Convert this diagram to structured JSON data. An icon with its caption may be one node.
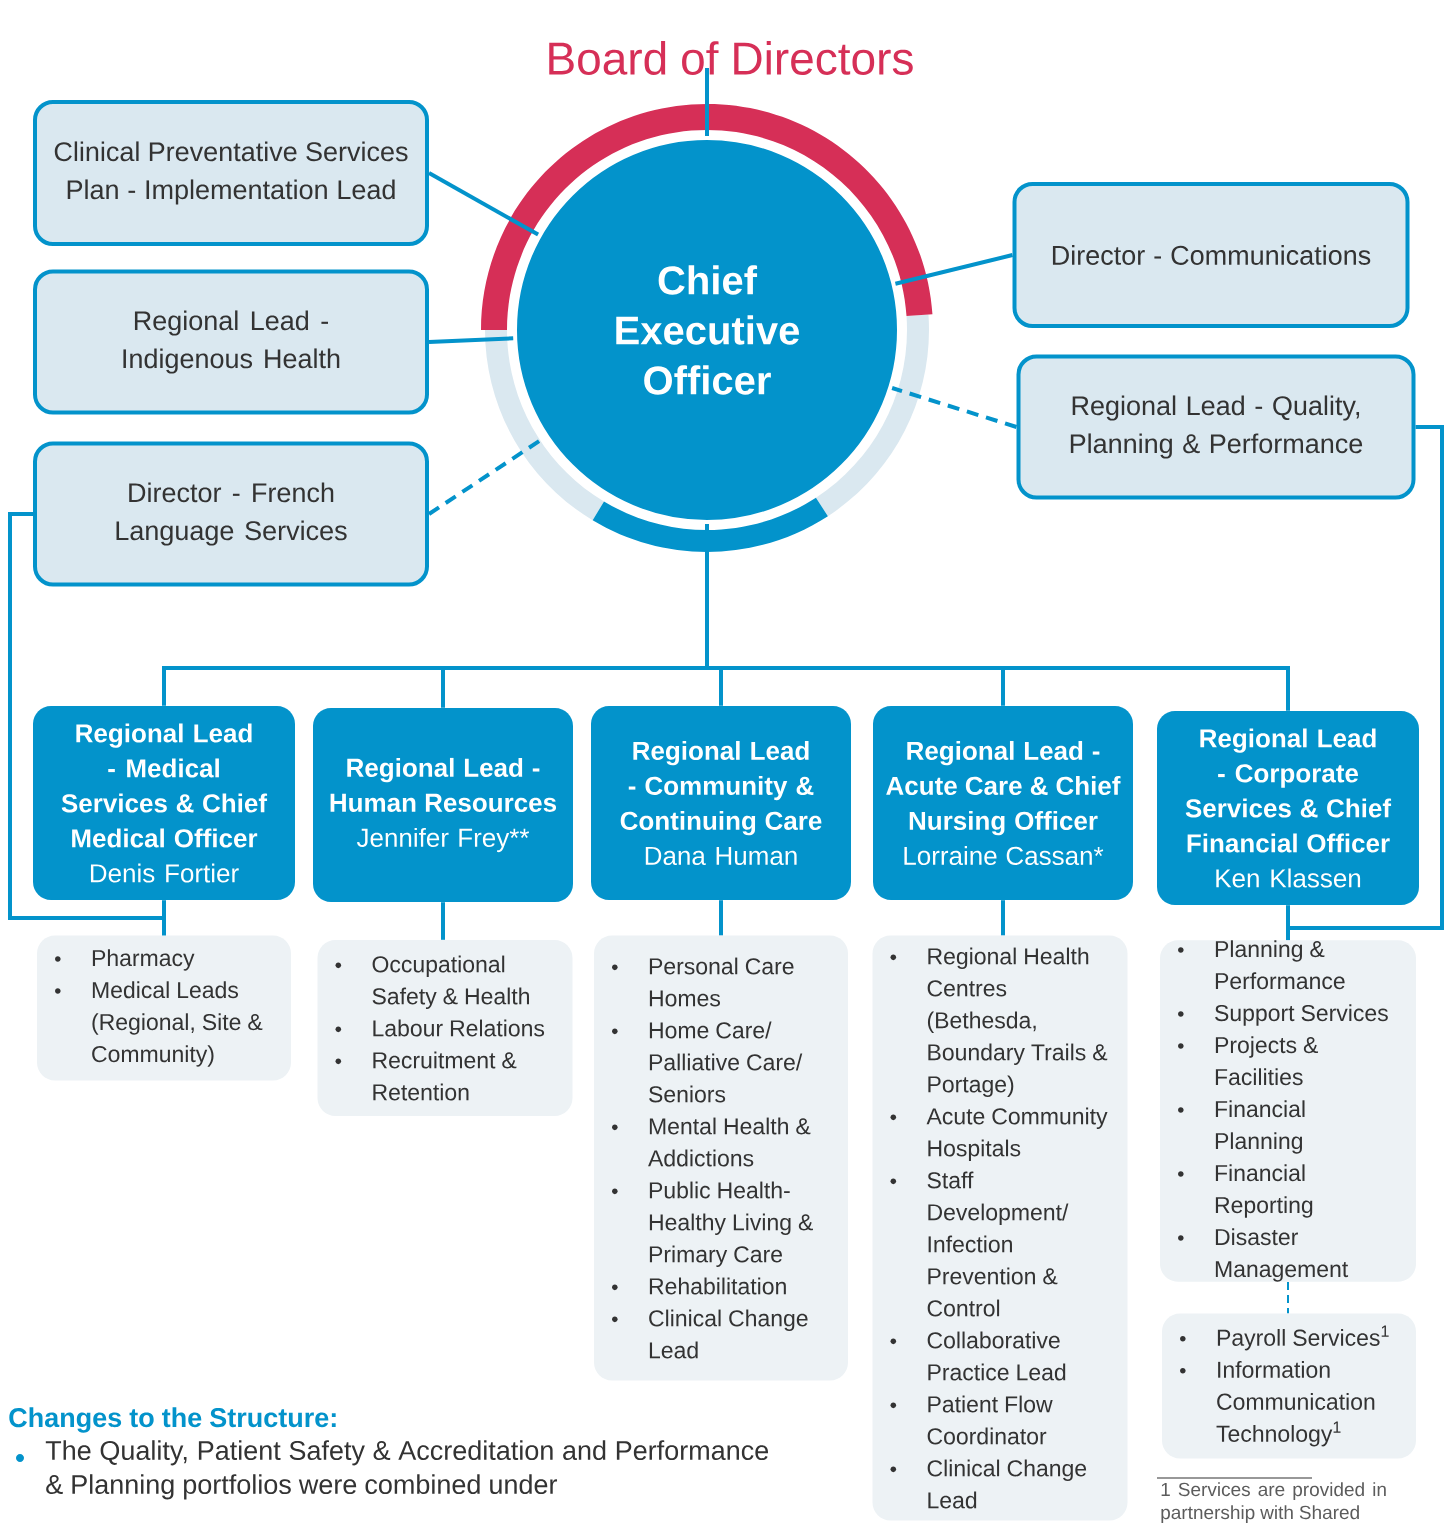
{
  "diagram": {
    "nodes": [
      {
        "text": [
          "Board of Directors"
        ]
      },
      {
        "text": [
          "Chief Executive Officer"
        ]
      },
      {
        "text": [
          "Clinical Preventative Services Plan - Implementation Lead"
        ]
      },
      {
        "text": [
          "Regional Lead - Indigenous Health"
        ]
      },
      {
        "text": [
          "Director - French Language Services"
        ]
      },
      {
        "text": [
          "Director - Communications"
        ]
      },
      {
        "text": [
          "Regional Lead - Quality, Planning & Performance"
        ]
      },
      {
        "text": [
          "Regional Lead - Medical Services & Chief Medical Officer",
          "Denis Fortier"
        ]
      },
      {
        "text": [
          "Regional Lead - Human Resources",
          "Jennifer Frey**"
        ]
      },
      {
        "text": [
          "Regional Lead - Community & Continuing Care",
          "Dana Human"
        ]
      },
      {
        "text": [
          "Regional Lead - Acute Care & Chief Nursing Officer",
          "Lorraine Cassan*"
        ]
      },
      {
        "text": [
          "Regional Lead - Corporate Services & Chief Financial Officer",
          "Ken Klassen"
        ]
      },
      {
        "text": [
          "Pharmacy",
          "Medical Leads (Regional, Site & Community)"
        ]
      },
      {
        "text": [
          "Occupational Safety & Health",
          "Labour Relations",
          "Recruitment & Retention"
        ]
      },
      {
        "text": [
          "Personal Care Homes",
          "Home Care/ Palliative Care/ Seniors",
          "Mental Health & Addictions",
          "Public Health- Healthy Living & Primary Care",
          "Rehabilitation",
          "Clinical Change Lead"
        ]
      },
      {
        "text": [
          "Regional Health Centres (Bethesda, Boundary Trails & Portage)",
          "Acute Community Hospitals",
          "Staff Development/ Infection Prevention & Control",
          "Collaborative Practice Lead",
          "Patient Flow Coordinator",
          "Clinical Change Lead"
        ]
      },
      {
        "text": [
          "Planning & Performance",
          "Support Services",
          "Projects & Facilities",
          "Financial Planning",
          "Financial Reporting",
          "Disaster Management"
        ]
      },
      {
        "text": [
          "Payroll Services$^{1}$",
          "Information Communication Technology$^{1}$"
        ]
      }
    ],
    "edges": [
      {
        "from": 0,
        "to": 1,
        "arrow": "none"
      },
      {
        "from": 2,
        "to": 1,
        "arrow": "none"
      },
      {
        "from": 3,
        "to": 1,
        "arrow": "none"
      },
      {
        "from": 4,
        "to": 1,
        "arrow": "none",
        "style": "dashed"
      },
      {
        "from": 5,
        "to": 1,
        "arrow": "none"
      },
      {
        "from": 6,
        "to": 1,
        "arrow": "none",
        "style": "dashed"
      },
      {
        "from": 1,
        "to": 7,
        "arrow": "none"
      },
      {
        "from": 1,
        "to": 8,
        "arrow": "none"
      },
      {
        "from": 1,
        "to": 9,
        "arrow": "none"
      },
      {
        "from": 1,
        "to": 10,
        "arrow": "none"
      },
      {
        "from": 1,
        "to": 11,
        "arrow": "none"
      },
      {
        "from": 7,
        "to": 12,
        "arrow": "none"
      },
      {
        "from": 8,
        "to": 13,
        "arrow": "none"
      },
      {
        "from": 9,
        "to": 14,
        "arrow": "none"
      },
      {
        "from": 10,
        "to": 15,
        "arrow": "none"
      },
      {
        "from": 11,
        "to": 16,
        "arrow": "none"
      },
      {
        "from": 4,
        "to": 12,
        "arrow": "none"
      },
      {
        "from": 6,
        "to": 16,
        "arrow": "none"
      },
      {
        "from": 16,
        "to": 17,
        "arrow": "none",
        "style": "dashed"
      }
    ],
    "labels": [
      "Changes to the Structure:",
      "The Quality, Patient Safety & Accreditation and Performance & Planning portfolios were combined under",
      "1 Services are provided in partnership with Shared"
    ]
  }
}
